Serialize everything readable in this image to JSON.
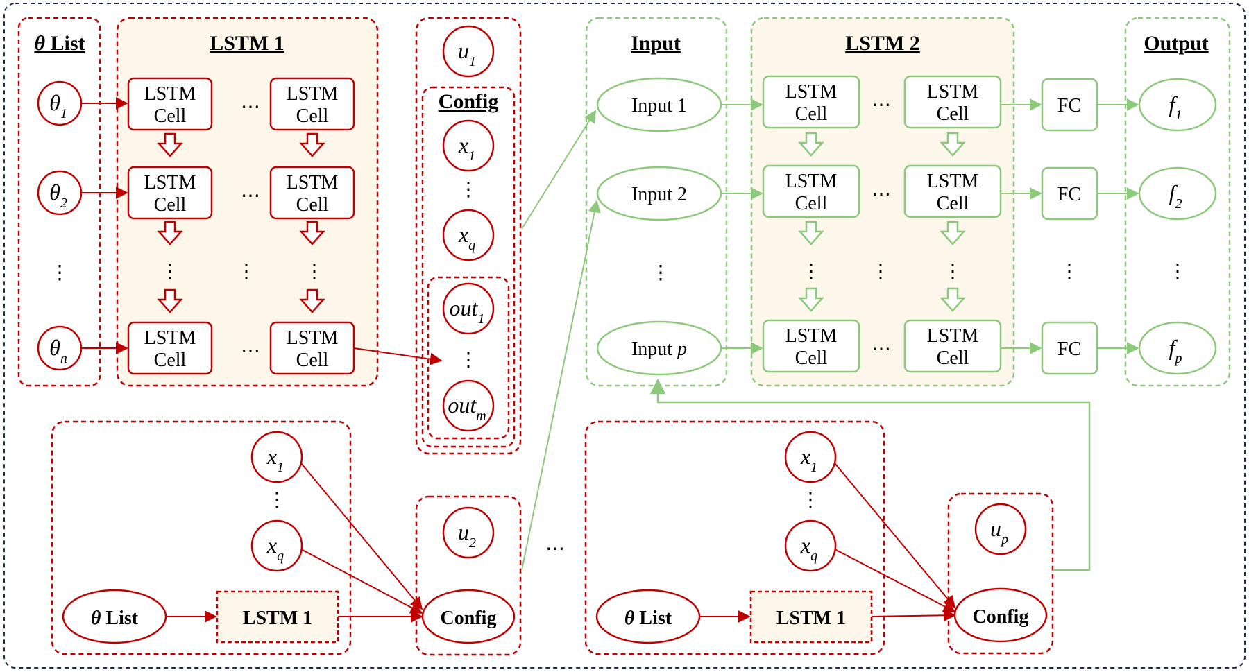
{
  "colors": {
    "red": "#c00000",
    "green": "#8cc97a",
    "outer_border": "#1f2d4d",
    "cell_fill": "#fdf6ea"
  },
  "panel_titles": {
    "theta_list_symbol": "θ",
    "theta_list_word": "List",
    "lstm1": "LSTM 1",
    "config": "Config",
    "input": "Input",
    "lstm2": "LSTM 2",
    "output": "Output"
  },
  "cell_line1": "LSTM",
  "cell_line2": "Cell",
  "fc_label": "FC",
  "ellipsis_h": "⋯",
  "ellipsis_v": "⋮",
  "theta_nodes": [
    {
      "base": "θ",
      "sub": "1"
    },
    {
      "base": "θ",
      "sub": "2"
    },
    {
      "base": "θ",
      "sub": "n"
    }
  ],
  "u_nodes": [
    {
      "base": "u",
      "sub": "1"
    },
    {
      "base": "u",
      "sub": "2"
    },
    {
      "base": "u",
      "sub": "p"
    }
  ],
  "x_nodes": [
    {
      "base": "x",
      "sub": "1"
    },
    {
      "base": "x",
      "sub": "q"
    }
  ],
  "out_nodes": [
    {
      "base": "out",
      "sub": "1"
    },
    {
      "base": "out",
      "sub": "m"
    }
  ],
  "input_nodes": [
    {
      "text": "Input 1"
    },
    {
      "text": "Input 2"
    },
    {
      "text": "Input ",
      "italic": "p"
    }
  ],
  "f_nodes": [
    {
      "base": "f",
      "sub": "1"
    },
    {
      "base": "f",
      "sub": "2"
    },
    {
      "base": "f",
      "sub": "p"
    }
  ],
  "bottom_blocks": {
    "theta_list_symbol": "θ",
    "theta_list_word": "List",
    "lstm1": "LSTM 1",
    "config": "Config"
  }
}
